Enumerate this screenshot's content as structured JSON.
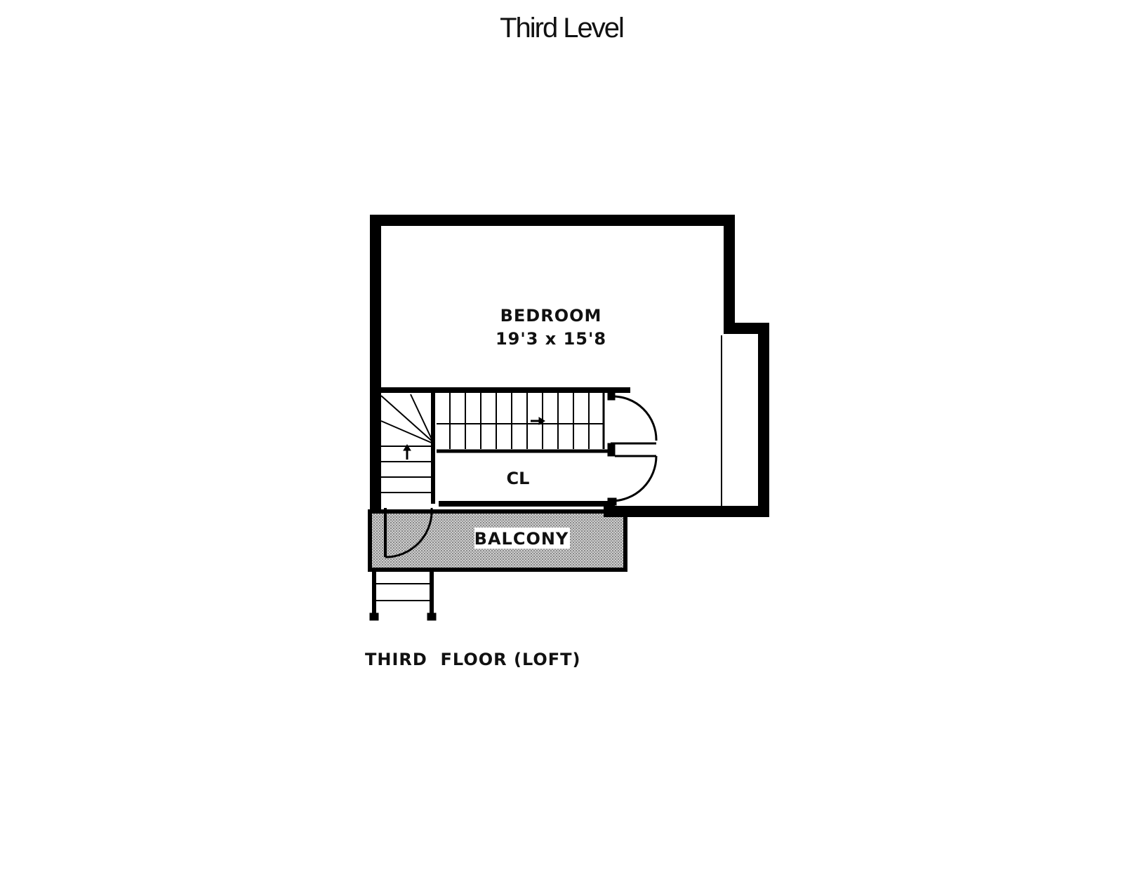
{
  "title": "Third Level",
  "rooms": {
    "bedroom": {
      "name": "BEDROOM",
      "dimensions": "19'3 x 15'8"
    },
    "closet": {
      "name": "CL"
    },
    "balcony": {
      "name": "BALCONY"
    }
  },
  "floor_label": "THIRD  FLOOR (LOFT)",
  "colors": {
    "wall": "#000000",
    "background": "#ffffff",
    "balcony_hatch": "#8a8a8a"
  }
}
